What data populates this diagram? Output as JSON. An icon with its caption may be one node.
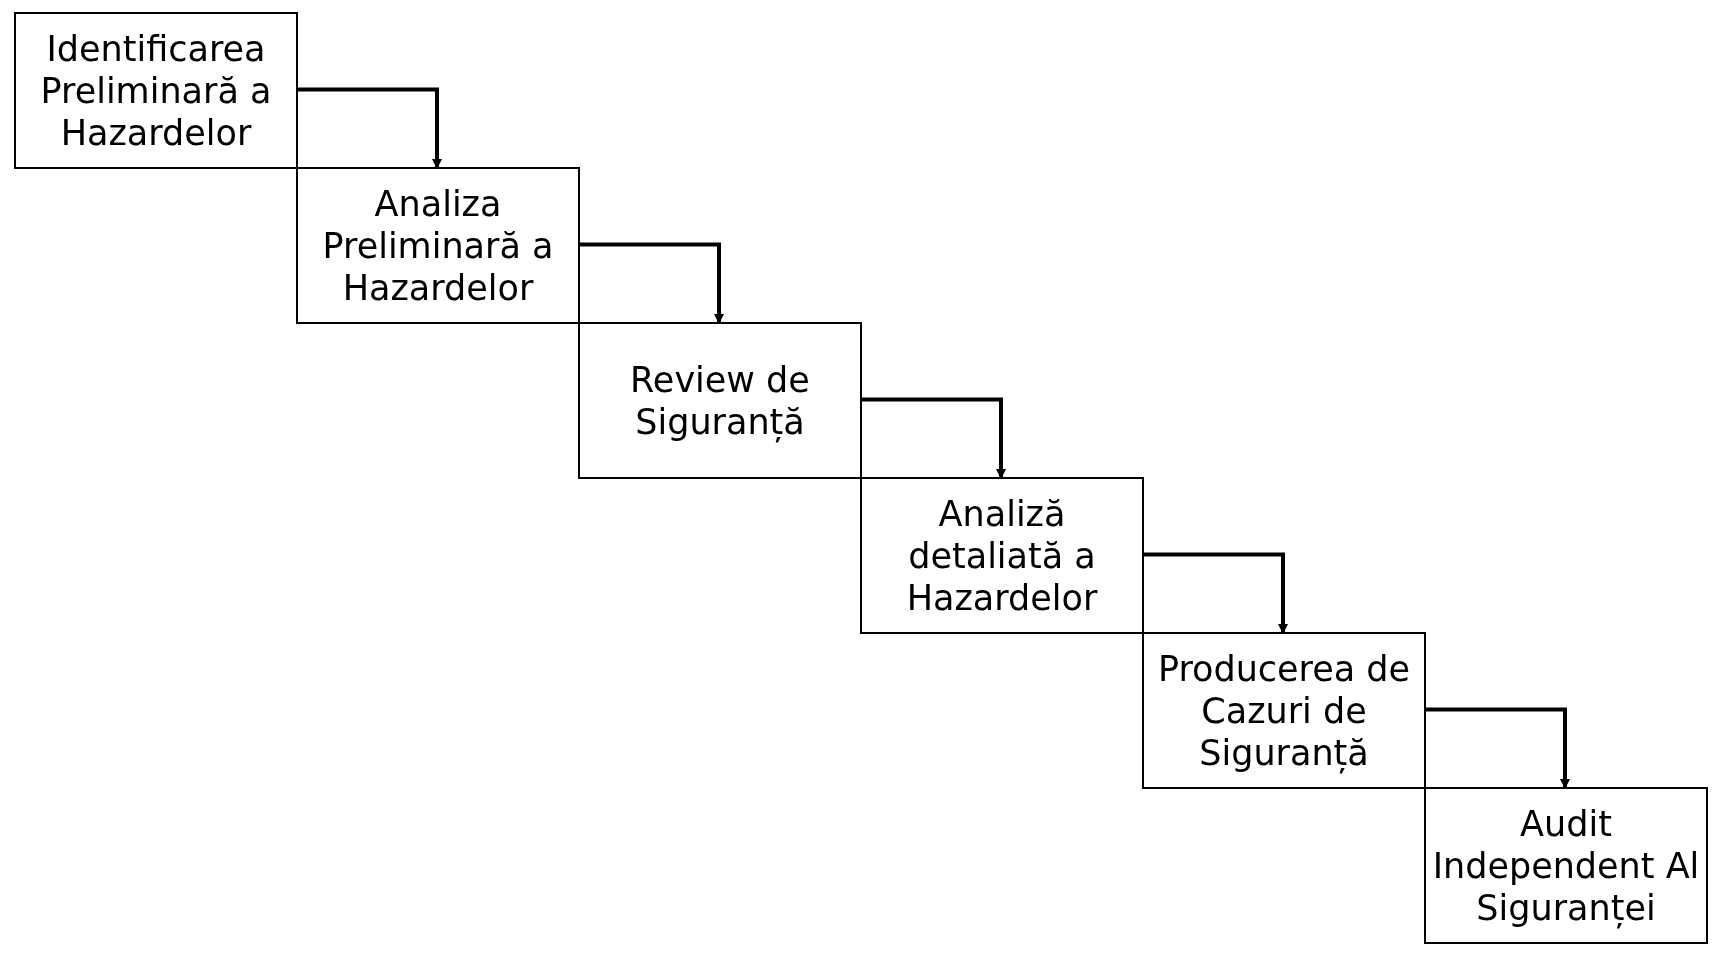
{
  "diagram": {
    "nodes": [
      {
        "text": [
          "Identificarea Preliminară a Hazardelor"
        ]
      },
      {
        "text": [
          "Analiza Preliminară a Hazardelor"
        ]
      },
      {
        "text": [
          "Review de Siguranță"
        ]
      },
      {
        "text": [
          "Analiză detaliată a Hazardelor"
        ]
      },
      {
        "text": [
          "Producerea de Cazuri de Siguranță"
        ]
      },
      {
        "text": [
          "Audit Independent Al Siguranței"
        ]
      }
    ],
    "edges": [
      {
        "from": 0,
        "to": 1,
        "arrow": "to"
      },
      {
        "from": 1,
        "to": 2,
        "arrow": "to"
      },
      {
        "from": 2,
        "to": 3,
        "arrow": "to"
      },
      {
        "from": 3,
        "to": 4,
        "arrow": "to"
      },
      {
        "from": 4,
        "to": 5,
        "arrow": "to"
      }
    ]
  }
}
